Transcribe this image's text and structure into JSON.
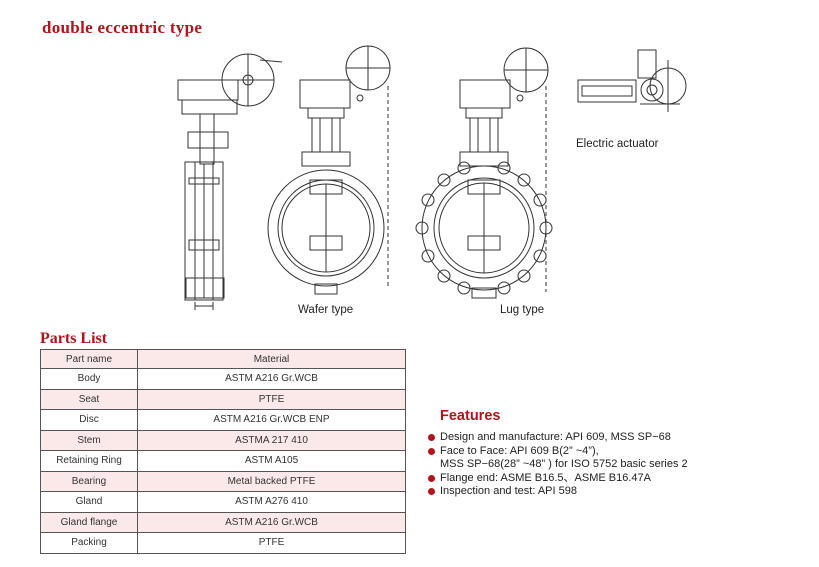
{
  "title": "double eccentric type",
  "captions": {
    "wafer": "Wafer  type",
    "lug": "Lug type",
    "actuator": "Electric actuator"
  },
  "parts_list": {
    "heading": "Parts List",
    "columns": [
      "Part name",
      "Material"
    ],
    "rows": [
      [
        "Body",
        "ASTM A216 Gr.WCB"
      ],
      [
        "Seat",
        "PTFE"
      ],
      [
        "Disc",
        "ASTM A216 Gr.WCB ENP"
      ],
      [
        "Stem",
        "ASTMA 217 410"
      ],
      [
        "Retaining Ring",
        "ASTM A105"
      ],
      [
        "Bearing",
        "Metal backed PTFE"
      ],
      [
        "Gland",
        "ASTM A276 410"
      ],
      [
        "Gland flange",
        "ASTM A216 Gr.WCB"
      ],
      [
        "Packing",
        "PTFE"
      ]
    ]
  },
  "features": {
    "heading": "Features",
    "items": [
      "Design and manufacture: API 609, MSS SP−68",
      "Face to Face: API 609 B(2” ~4”),",
      "MSS SP−68(28” ~48” ) for ISO 5752 basic series 2",
      "Flange end: ASME B16.5、ASME B16.47A",
      "Inspection and test: API 598"
    ]
  },
  "colors": {
    "accent": "#b5121b",
    "row_shade": "#fbe9ea",
    "line": "#333333"
  }
}
